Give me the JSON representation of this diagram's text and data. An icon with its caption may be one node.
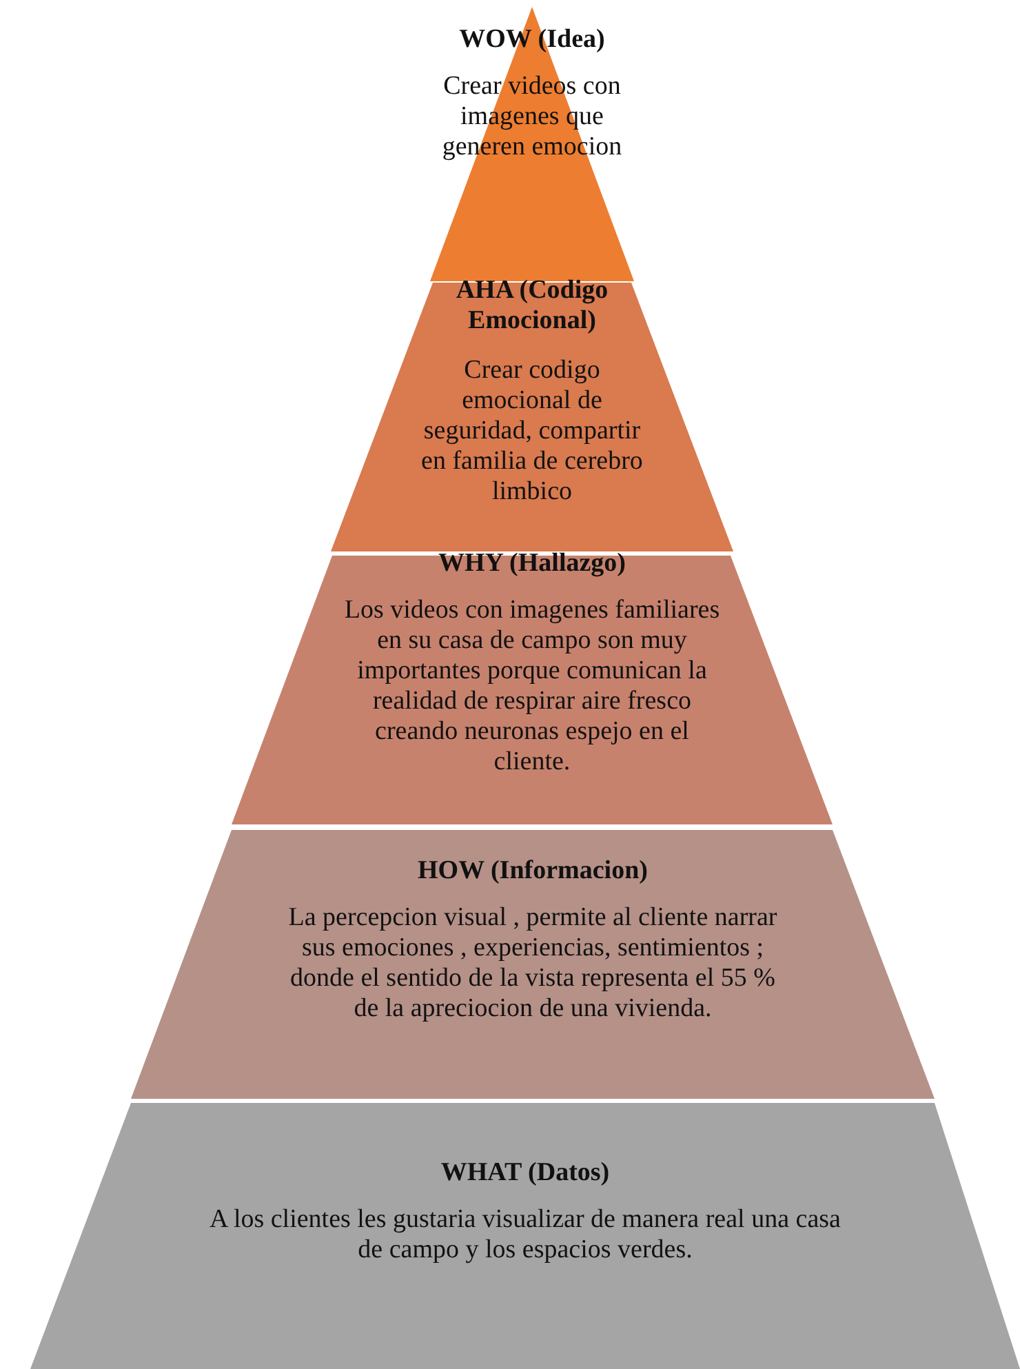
{
  "diagram": {
    "nodes": [
      {
        "text": [
          "WOW (Idea)",
          "Crear videos con imagenes que generen emocion"
        ]
      },
      {
        "text": [
          "AHA (Codigo Emocional)",
          "Crear codigo emocional de seguridad, compartir en familia de cerebro limbico"
        ]
      },
      {
        "text": [
          "WHY (Hallazgo)",
          "Los videos con imagenes familiares en su casa de campo son muy importantes porque comunican la realidad de respirar aire fresco creando neuronas espejo en el cliente."
        ]
      },
      {
        "text": [
          "HOW (Informacion)",
          "La percepcion visual , permite al cliente narrar sus emociones , experiencias, sentimientos ; donde el sentido de la vista representa el 55 % de la apreciocion de una vivienda."
        ]
      },
      {
        "text": [
          "WHAT (Datos)",
          "A los clientes les gustaria visualizar de manera real una casa de campo y los espacios verdes."
        ]
      }
    ]
  }
}
